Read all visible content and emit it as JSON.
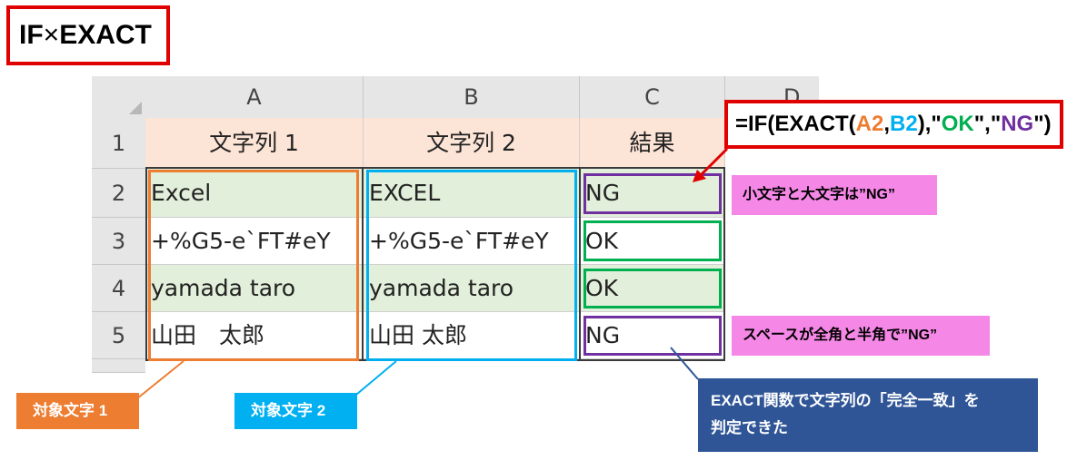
{
  "title": {
    "prefix": "IF",
    "times": "×",
    "suffix": "EXACT"
  },
  "sheet": {
    "columns": [
      "A",
      "B",
      "C",
      "D"
    ],
    "rows": [
      "1",
      "2",
      "3",
      "4",
      "5"
    ],
    "header": {
      "a": "文字列 1",
      "b": "文字列 2",
      "c": "結果"
    },
    "data": [
      {
        "a": "Excel",
        "b": "EXCEL",
        "c": "NG"
      },
      {
        "a": "+%G5-e`FT#eY",
        "b": "+%G5-e`FT#eY",
        "c": "OK"
      },
      {
        "a": "yamada taro",
        "b": "yamada taro",
        "c": "OK"
      },
      {
        "a": "山田　太郎",
        "b": "山田 太郎",
        "c": "NG"
      }
    ]
  },
  "formula": {
    "p1": "=IF(EXACT(",
    "a2": "A2",
    "comma1": ",",
    "b2": "B2",
    "p2": "),\"",
    "ok": "OK",
    "p3": "\",\"",
    "ng": "NG",
    "p4": "\")"
  },
  "notes": {
    "case": "小文字と大文字は”NG”",
    "space": "スペースが全角と半角で”NG”",
    "exact_line1": "EXACT関数で文字列の「完全一致」を",
    "exact_line2": "判定できた"
  },
  "tags": {
    "target1": "対象文字 1",
    "target2": "対象文字 2"
  },
  "colors": {
    "header_fill": "#fce4d6",
    "green_fill": "#e2efda",
    "orange": "#ed7d31",
    "blue": "#00b0f0",
    "ok_green": "#00b050",
    "ng_purple": "#7030a0",
    "red": "#e00000",
    "pink": "#f588e6",
    "navy": "#2f5597"
  }
}
